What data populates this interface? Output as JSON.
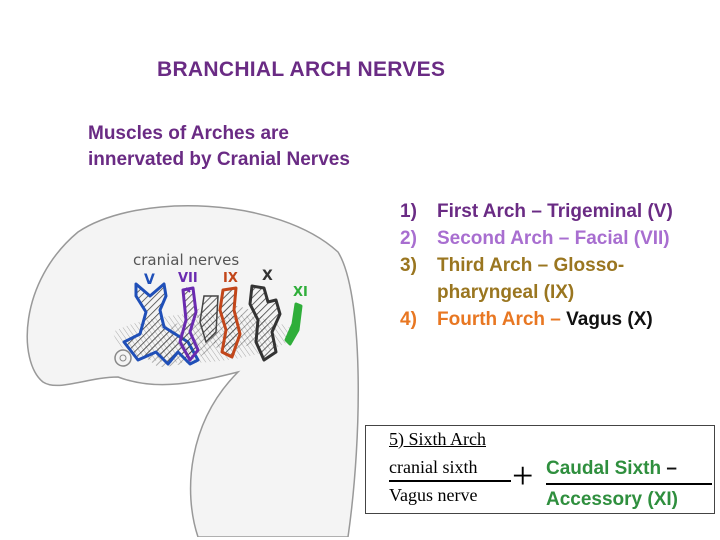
{
  "title": "BRANCHIAL ARCH NERVES",
  "intro": "Muscles of Arches are innervated by Cranial Nerves",
  "figure": {
    "caption": "cranial nerves",
    "labels": [
      "V",
      "VII",
      "IX",
      "X",
      "XI"
    ],
    "colors": {
      "V": "#1f4fb8",
      "VII": "#6a2bb0",
      "IX": "#c2461a",
      "X": "#333333",
      "XI": "#2fae3a"
    }
  },
  "list": [
    {
      "num": "1)",
      "text": "First Arch – Trigeminal (V)",
      "color": "#6a2b84"
    },
    {
      "num": "2)",
      "text": "Second Arch – Facial (VII)",
      "color": "#a86ed0"
    },
    {
      "num": "3)",
      "text": "Third Arch – Glosso-pharyngeal (IX)",
      "color": "#9a7620"
    },
    {
      "num": "4)",
      "text_colored": "Fourth Arch – ",
      "text_dark": "Vagus (X)",
      "color": "#e87722"
    }
  ],
  "box": {
    "heading": "5) Sixth Arch",
    "fraction_top": "cranial sixth",
    "fraction_bottom": "Vagus nerve",
    "plus": "+",
    "caudal_top": "Caudal Sixth",
    "caudal_dash": " –",
    "caudal_bottom": "Accessory (XI)"
  }
}
